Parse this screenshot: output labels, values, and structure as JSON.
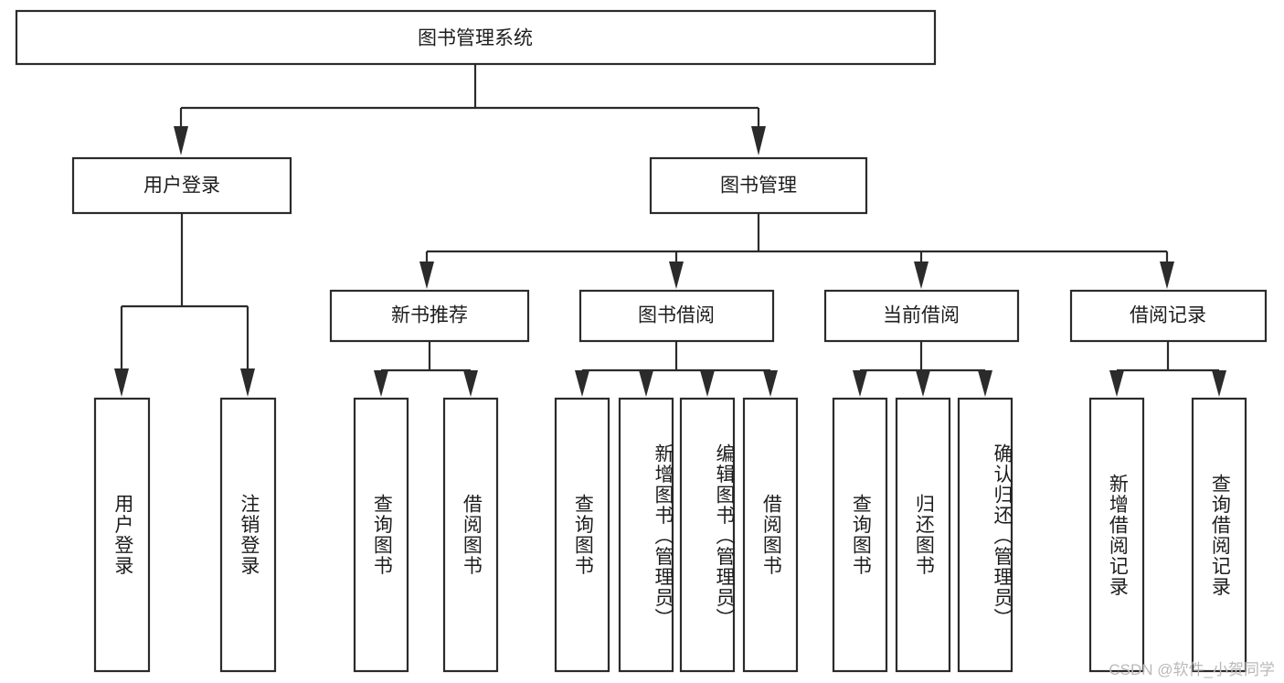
{
  "diagram": {
    "title": "图书管理系统",
    "type": "tree-hierarchy",
    "watermark": "CSDN @软件_小贺同学",
    "colors": {
      "stroke": "#2b2b2b",
      "fill": "#ffffff",
      "text": "#1d1d1d",
      "watermark": "#b9b9b9"
    },
    "root": {
      "label": "图书管理系统"
    },
    "level2": [
      {
        "label": "用户登录"
      },
      {
        "label": "图书管理"
      }
    ],
    "level3": [
      {
        "label": "新书推荐"
      },
      {
        "label": "图书借阅"
      },
      {
        "label": "当前借阅"
      },
      {
        "label": "借阅记录"
      }
    ],
    "leaves": {
      "user_login": [
        {
          "label": "用户登录"
        },
        {
          "label": "注销登录"
        }
      ],
      "new_book_recommend": [
        {
          "label": "查询图书"
        },
        {
          "label": "借阅图书"
        }
      ],
      "book_borrow": [
        {
          "label": "查询图书"
        },
        {
          "label": "新增图书（管理员）"
        },
        {
          "label": "编辑图书（管理员）"
        },
        {
          "label": "借阅图书"
        }
      ],
      "current_borrow": [
        {
          "label": "查询图书"
        },
        {
          "label": "归还图书"
        },
        {
          "label": "确认归还（管理员）"
        }
      ],
      "borrow_record": [
        {
          "label": "新增借阅记录"
        },
        {
          "label": "查询借阅记录"
        }
      ]
    }
  }
}
